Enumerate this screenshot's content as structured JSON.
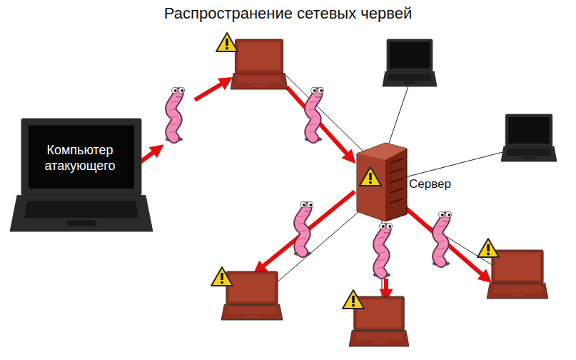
{
  "diagram": {
    "title": "Распространение сетевых червей",
    "nodes": [
      {
        "text": [
          "Компьютер атакующего"
        ]
      },
      {
        "text": [
          "Сервер"
        ]
      }
    ]
  }
}
